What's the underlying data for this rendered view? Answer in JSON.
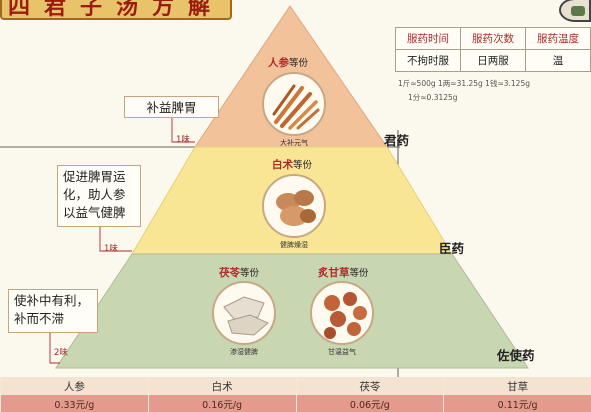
{
  "title": "四君子汤方解",
  "table": {
    "headers": [
      "服药时间",
      "服药次数",
      "服药温度"
    ],
    "values": [
      "不拘时服",
      "日两服",
      "温"
    ]
  },
  "unit_note": {
    "line1": "1斤≈500g  1两≈31.25g  1钱≈3.125g",
    "line2": "1分≈0.3125g"
  },
  "herbs": {
    "renshen": {
      "name": "人参",
      "suffix": "等份",
      "effect": "大补元气"
    },
    "baizhu": {
      "name": "白术",
      "suffix": "等份",
      "effect": "健脾燥湿"
    },
    "fuling": {
      "name": "茯苓",
      "suffix": "等份",
      "effect": "渗湿健脾"
    },
    "gancao": {
      "name": "炙甘草",
      "suffix": "等份",
      "effect": "甘温益气"
    }
  },
  "side_notes": {
    "top": {
      "text": "补益脾胃",
      "dose": "1味"
    },
    "middle": {
      "text": "促进脾胃运化，助人参以益气健脾",
      "dose": "1味"
    },
    "bottom": {
      "text": "使补中有利，补而不滞",
      "dose": "2味"
    }
  },
  "roles": {
    "jun": "君药",
    "chen": "臣药",
    "zuoshi": "佐使药"
  },
  "prices": [
    {
      "name": "人参",
      "price": "0.33元/g"
    },
    {
      "name": "白术",
      "price": "0.16元/g"
    },
    {
      "name": "茯苓",
      "price": "0.06元/g"
    },
    {
      "name": "甘草",
      "price": "0.11元/g"
    }
  ],
  "colors": {
    "tier_top": "#f2c29a",
    "tier_middle": "#f8e694",
    "tier_bottom": "#c9d6b2",
    "accent_red": "#b02a2a"
  }
}
